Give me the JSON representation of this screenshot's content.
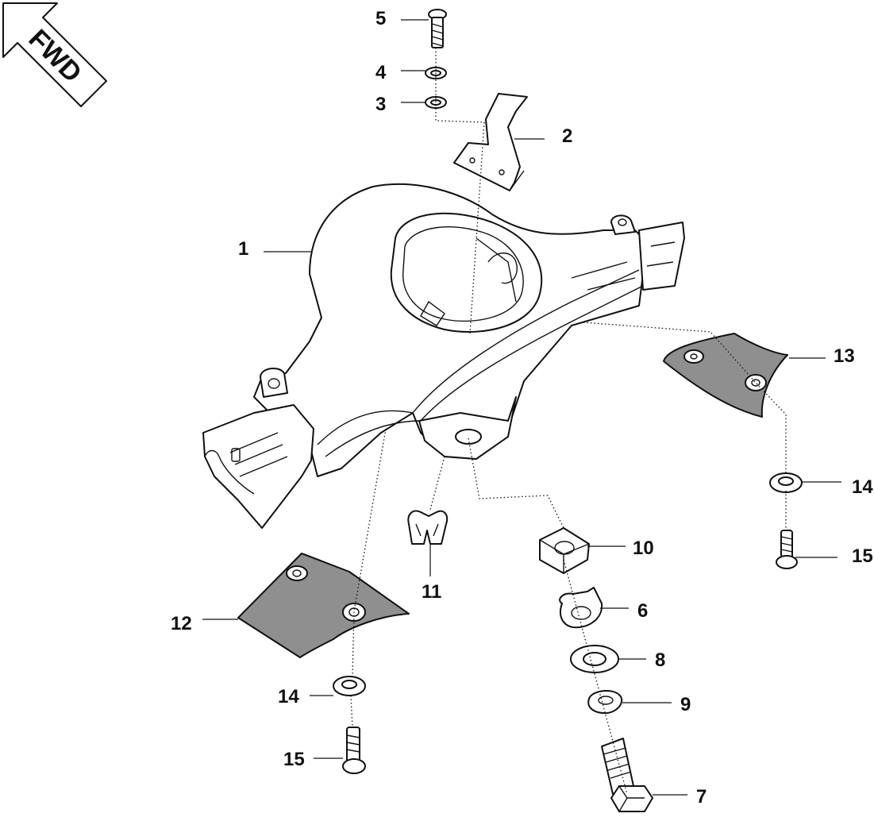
{
  "fwd_badge": {
    "text": "FWD"
  },
  "callouts": [
    {
      "id": "1",
      "label": "1"
    },
    {
      "id": "2",
      "label": "2"
    },
    {
      "id": "3",
      "label": "3"
    },
    {
      "id": "4",
      "label": "4"
    },
    {
      "id": "5",
      "label": "5"
    },
    {
      "id": "6",
      "label": "6"
    },
    {
      "id": "7",
      "label": "7"
    },
    {
      "id": "8",
      "label": "8"
    },
    {
      "id": "9",
      "label": "9"
    },
    {
      "id": "10",
      "label": "10"
    },
    {
      "id": "11",
      "label": "11"
    },
    {
      "id": "12",
      "label": "12"
    },
    {
      "id": "13",
      "label": "13"
    },
    {
      "id": "14a",
      "label": "14"
    },
    {
      "id": "14b",
      "label": "14"
    },
    {
      "id": "15a",
      "label": "15"
    },
    {
      "id": "15b",
      "label": "15"
    }
  ],
  "colors": {
    "line": "#111111",
    "plate_fill": "#8f8f8f",
    "background": "#ffffff"
  }
}
